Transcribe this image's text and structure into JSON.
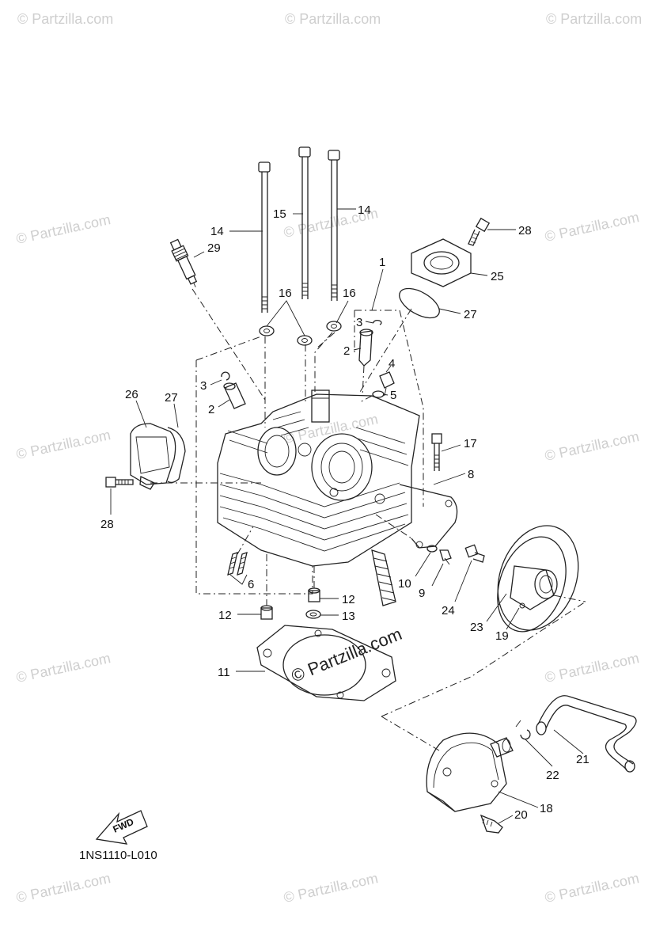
{
  "diagram": {
    "code": "1NS1110-L010",
    "fwd_label": "FWD",
    "watermark": "© Partzilla.com",
    "colors": {
      "ink": "#222222",
      "watermark": "#cfcfcf"
    },
    "callouts": [
      {
        "id": "c14a",
        "text": "14"
      },
      {
        "id": "c15",
        "text": "15"
      },
      {
        "id": "c14b",
        "text": "14"
      },
      {
        "id": "c28a",
        "text": "28"
      },
      {
        "id": "c29",
        "text": "29"
      },
      {
        "id": "c25",
        "text": "25"
      },
      {
        "id": "c1",
        "text": "1"
      },
      {
        "id": "c16a",
        "text": "16"
      },
      {
        "id": "c16b",
        "text": "16"
      },
      {
        "id": "c27a",
        "text": "27"
      },
      {
        "id": "c3a",
        "text": "3"
      },
      {
        "id": "c2a",
        "text": "2"
      },
      {
        "id": "c4",
        "text": "4"
      },
      {
        "id": "c5",
        "text": "5"
      },
      {
        "id": "c3b",
        "text": "3"
      },
      {
        "id": "c2b",
        "text": "2"
      },
      {
        "id": "c26",
        "text": "26"
      },
      {
        "id": "c27b",
        "text": "27"
      },
      {
        "id": "c17",
        "text": "17"
      },
      {
        "id": "c8",
        "text": "8"
      },
      {
        "id": "c28b",
        "text": "28"
      },
      {
        "id": "c6",
        "text": "6"
      },
      {
        "id": "c10",
        "text": "10"
      },
      {
        "id": "c9",
        "text": "9"
      },
      {
        "id": "c24",
        "text": "24"
      },
      {
        "id": "c12a",
        "text": "12"
      },
      {
        "id": "c12b",
        "text": "12"
      },
      {
        "id": "c13",
        "text": "13"
      },
      {
        "id": "c23",
        "text": "23"
      },
      {
        "id": "c19",
        "text": "19"
      },
      {
        "id": "c11",
        "text": "11"
      },
      {
        "id": "c21",
        "text": "21"
      },
      {
        "id": "c22",
        "text": "22"
      },
      {
        "id": "c18",
        "text": "18"
      },
      {
        "id": "c20",
        "text": "20"
      }
    ]
  }
}
